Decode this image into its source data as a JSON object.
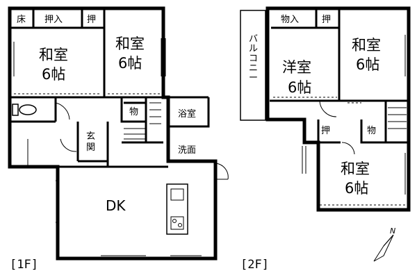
{
  "floor_1": {
    "label": "[1F]",
    "rooms": {
      "toko": "床",
      "oshiire": "押入",
      "oshi": "押",
      "washitsu_a_name": "和室",
      "washitsu_a_size": "6帖",
      "washitsu_b_name": "和室",
      "washitsu_b_size": "6帖",
      "mono": "物",
      "yokushitsu": "浴室",
      "senmen": "洗面",
      "genkan": "玄関",
      "dk": "DK"
    }
  },
  "floor_2": {
    "label": "[2F]",
    "rooms": {
      "balcony": "バルコニー",
      "monoire": "物入",
      "oshi_top": "押",
      "youshitsu_name": "洋室",
      "youshitsu_size": "6帖",
      "washitsu_a_name": "和室",
      "washitsu_a_size": "6帖",
      "oshi_mid": "押",
      "mono": "物",
      "washitsu_b_name": "和室",
      "washitsu_b_size": "6帖"
    }
  },
  "compass": {
    "north": "N"
  }
}
